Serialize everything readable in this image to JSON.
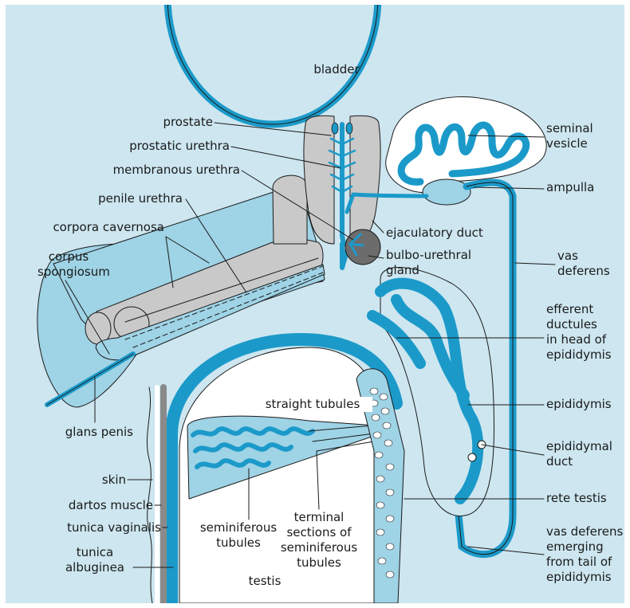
{
  "colors": {
    "background": "#cde6f0",
    "duct_blue": "#1b9ac9",
    "tissue_light_blue": "#9fd3e6",
    "gray_organ": "#c9c9c9",
    "dark_gland": "#6c6c6c",
    "outline": "#1a1a1a",
    "white": "#ffffff"
  },
  "labels": {
    "bladder": "bladder",
    "prostate": "prostate",
    "prostatic_urethra": "prostatic urethra",
    "membranous_urethra": "membranous urethra",
    "penile_urethra": "penile urethra",
    "corpora_cavernosa": "corpora cavernosa",
    "corpus_spongiosum": "corpus\nspongiosum",
    "glans_penis": "glans penis",
    "skin": "skin",
    "dartos_muscle": "dartos muscle",
    "tunica_vaginalis": "tunica vaginalis",
    "tunica_albuginea": "tunica\nalbuginea",
    "seminiferous_tubules": "seminiferous\ntubules",
    "terminal_sections": "terminal\nsections of\nseminiferous\ntubules",
    "testis": "testis",
    "straight_tubules": "straight tubules",
    "seminal_vesicle": "seminal\nvesicle",
    "ampulla": "ampulla",
    "ejaculatory_duct": "ejaculatory duct",
    "bulbo_urethral_gland": "bulbo-urethral\ngland",
    "vas_deferens": "vas\ndeferens",
    "efferent_ductules": "efferent\nductules\nin head of\nepididymis",
    "epididymis": "epididymis",
    "epididymal_duct": "epididymal\nduct",
    "rete_testis": "rete testis",
    "vas_deferens_emerging": "vas deferens\nemerging\nfrom tail of\nepididymis"
  }
}
